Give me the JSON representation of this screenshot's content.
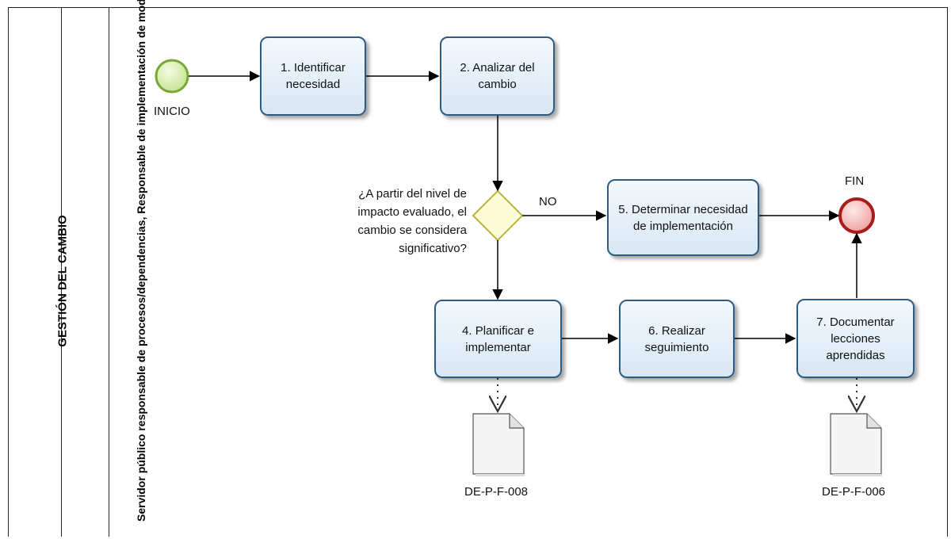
{
  "pool": {
    "title": "GESTIÓN DEL CAMBIO"
  },
  "lane": {
    "title": "Servidor público responsable de procesos/dependencias, Responsable de implementación de modelos de gestión o de normas técnicas de gestión"
  },
  "events": {
    "start": {
      "label": "INICIO"
    },
    "end": {
      "label": "FIN"
    }
  },
  "tasks": {
    "t1": "1. Identificar necesidad",
    "t2": "2. Analizar del cambio",
    "t5": "5.   Determinar necesidad de implementación",
    "t4": "4. Planificar e implementar",
    "t6": "6. Realizar seguimiento",
    "t7": "7. Documentar lecciones aprendidas"
  },
  "gateway": {
    "question": "¿A partir del nivel de impacto evaluado, el cambio se considera significativo?",
    "no_label": "NO"
  },
  "documents": {
    "d1": "DE-P-F-008",
    "d2": "DE-P-F-006"
  },
  "colors": {
    "task_border": "#2e5b82",
    "start_fill": "#d7f0a8",
    "start_stroke": "#6d9b2e",
    "end_fill": "#f4b6b6",
    "end_stroke": "#a81c1c",
    "gateway_fill": "#fbfbd2",
    "gateway_stroke": "#b8b63a"
  }
}
